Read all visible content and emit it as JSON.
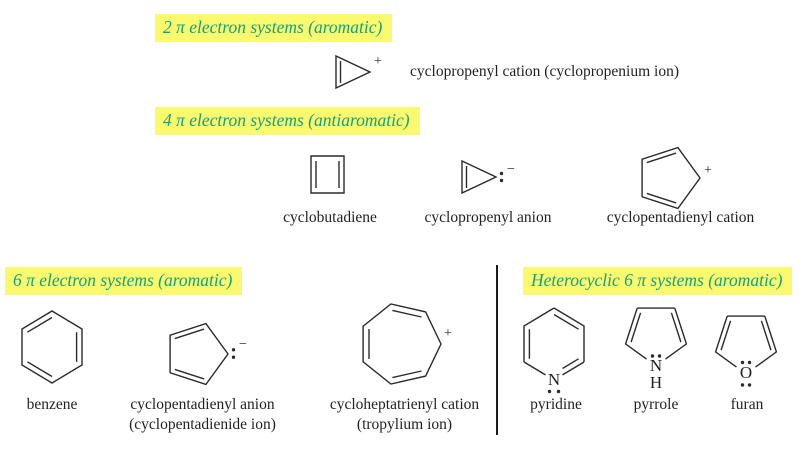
{
  "figure": {
    "type": "chemistry-aromaticity-diagram",
    "colors": {
      "highlight": "#FBF96D",
      "header_text": "#12A284",
      "structure_line": "#2b2b2b",
      "label_text": "#231f20"
    },
    "sections": [
      {
        "header": "2 π electron systems (aromatic)",
        "structures": [
          {
            "name": "cyclopropenyl cation",
            "label": "cyclopropenyl cation (cyclopropenium ion)",
            "charge_sign": "+"
          }
        ]
      },
      {
        "header": "4 π electron systems (antiaromatic)",
        "structures": [
          {
            "name": "cyclobutadiene",
            "label": "cyclobutadiene"
          },
          {
            "name": "cyclopropenyl anion",
            "label": "cyclopropenyl anion",
            "charge_sign": "−"
          },
          {
            "name": "cyclopentadienyl cation",
            "label": "cyclopentadienyl cation",
            "charge_sign": "+"
          }
        ]
      },
      {
        "header": "6 π electron systems (aromatic)",
        "structures": [
          {
            "name": "benzene",
            "label": "benzene"
          },
          {
            "name": "cyclopentadienyl anion",
            "label": "cyclopentadienyl anion",
            "label2": "(cyclopentadienide ion)",
            "charge_sign": "−"
          },
          {
            "name": "cycloheptatrienyl cation",
            "label": "cycloheptatrienyl cation",
            "label2": "(tropylium ion)",
            "charge_sign": "+"
          }
        ]
      },
      {
        "header": "Heterocyclic 6 π systems (aromatic)",
        "structures": [
          {
            "name": "pyridine",
            "label": "pyridine",
            "heteroatom": "N"
          },
          {
            "name": "pyrrole",
            "label": "pyrrole",
            "heteroatom": "N",
            "nh_hydrogen": "H"
          },
          {
            "name": "furan",
            "label": "furan",
            "heteroatom": "O"
          }
        ]
      }
    ]
  }
}
